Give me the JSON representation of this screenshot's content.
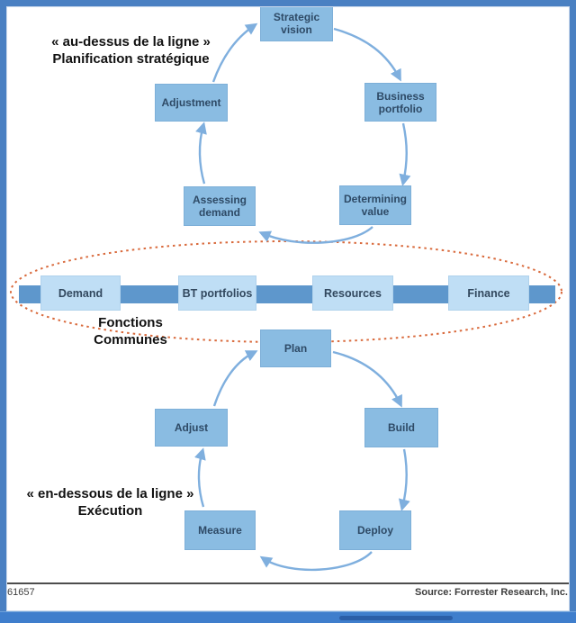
{
  "annotations": {
    "above_line": {
      "line1": "« au-dessus de la ligne »",
      "line2": "Planification stratégique"
    },
    "common_functions": {
      "line1": "Fonctions",
      "line2": "Communes"
    },
    "below_line": {
      "line1": "« en-dessous de la ligne »",
      "line2": "Exécution"
    }
  },
  "top_cycle": {
    "nodes": [
      {
        "label": "Strategic\nvision"
      },
      {
        "label": "Business\nportfolio"
      },
      {
        "label": "Determining\nvalue"
      },
      {
        "label": "Assessing\ndemand"
      },
      {
        "label": "Adjustment"
      }
    ]
  },
  "shared_band": {
    "items": [
      {
        "label": "Demand"
      },
      {
        "label": "BT portfolios"
      },
      {
        "label": "Resources"
      },
      {
        "label": "Finance"
      }
    ]
  },
  "bottom_cycle": {
    "nodes": [
      {
        "label": "Plan"
      },
      {
        "label": "Build"
      },
      {
        "label": "Deploy"
      },
      {
        "label": "Measure"
      },
      {
        "label": "Adjust"
      }
    ]
  },
  "footer": {
    "figure_number": "61657",
    "source": "Source: Forrester Research, Inc."
  },
  "colors": {
    "frame_border": "#4A80C2",
    "node_fill": "#8ABCE2",
    "band_box_fill": "#BFDEF5",
    "band_bar": "#5E97CC",
    "arrow": "#7FAFDE",
    "dashed_ellipse": "#D96A3C"
  }
}
